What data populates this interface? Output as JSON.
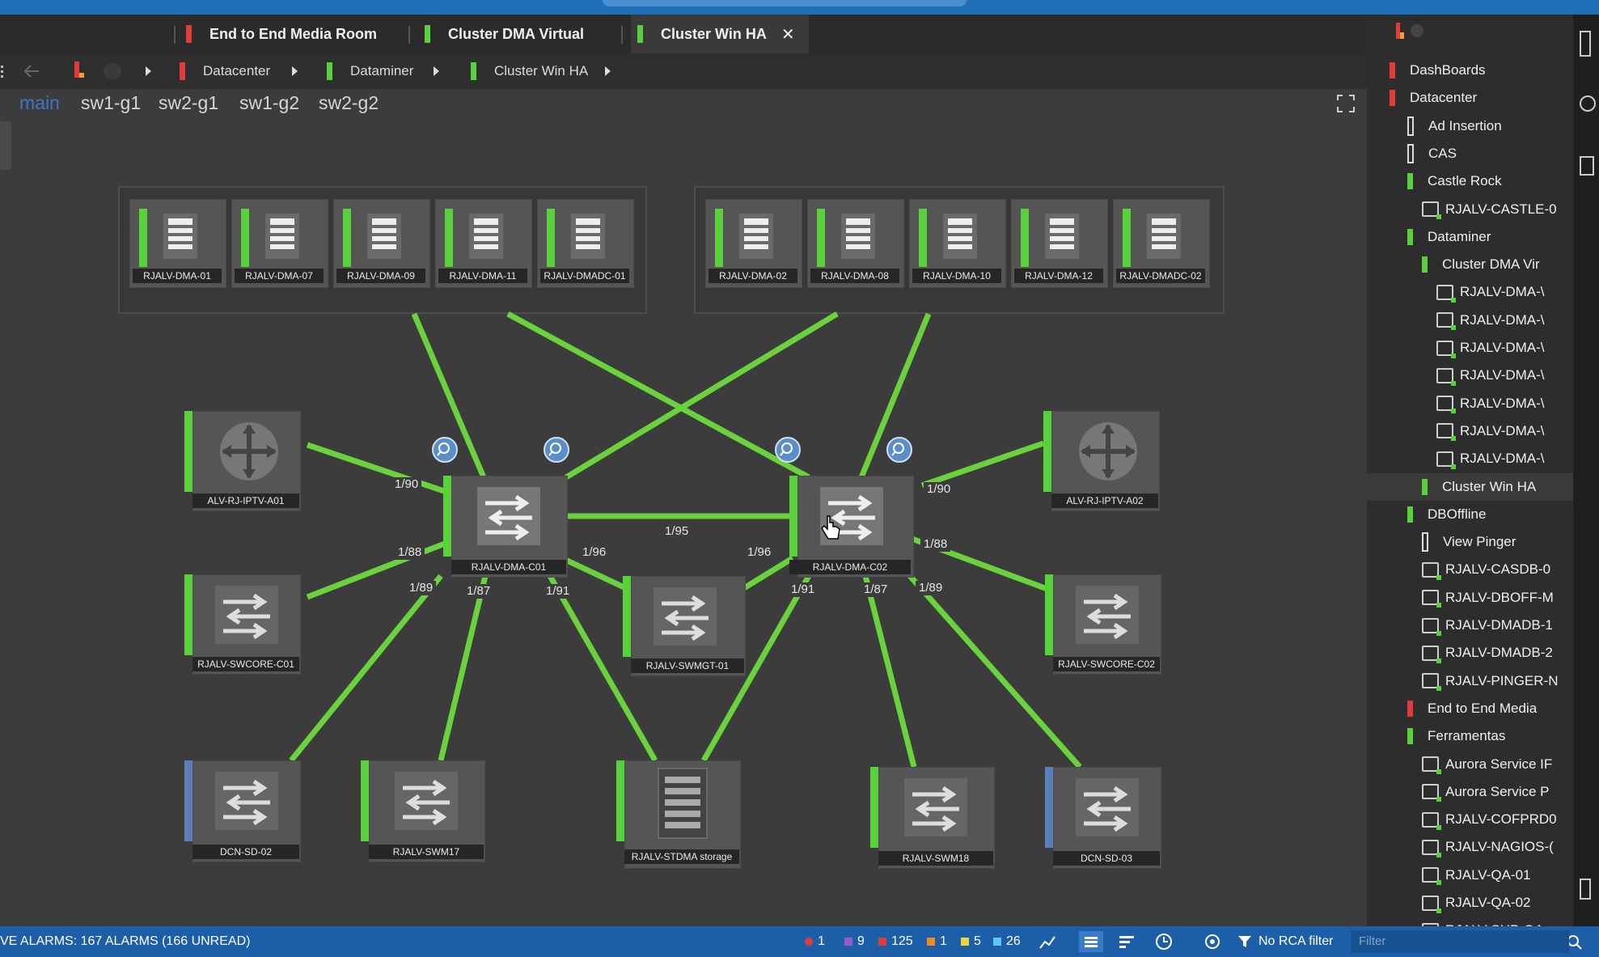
{
  "tabs": [
    {
      "label": "End to End Media Room",
      "color": "#e23b3b",
      "active": false
    },
    {
      "label": "Cluster DMA Virtual",
      "color": "#59d13a",
      "active": false
    },
    {
      "label": "Cluster Win HA",
      "color": "#59d13a",
      "active": true
    }
  ],
  "tab_close": "✕",
  "breadcrumb": [
    {
      "label": "Datacenter",
      "color": "#e23b3b"
    },
    {
      "label": "Dataminer",
      "color": "#59d13a"
    },
    {
      "label": "Cluster Win HA",
      "color": "#59d13a"
    }
  ],
  "view_tabs": [
    "main",
    "sw1-g1",
    "sw2-g1",
    "sw1-g2",
    "sw2-g2"
  ],
  "nodes": {
    "dma01": "RJALV-DMA-01",
    "dma07": "RJALV-DMA-07",
    "dma09": "RJALV-DMA-09",
    "dma11": "RJALV-DMA-11",
    "dmadc01": "RJALV-DMADC-01",
    "dma02": "RJALV-DMA-02",
    "dma08": "RJALV-DMA-08",
    "dma10": "RJALV-DMA-10",
    "dma12": "RJALV-DMA-12",
    "dmadc02": "RJALV-DMADC-02",
    "iptv01": "ALV-RJ-IPTV-A01",
    "iptv02": "ALV-RJ-IPTV-A02",
    "c01": "RJALV-DMA-C01",
    "c02": "RJALV-DMA-C02",
    "swcore01": "RJALV-SWCORE-C01",
    "swcore02": "RJALV-SWCORE-C02",
    "swmgt": "RJALV-SWMGT-01",
    "dcn02": "DCN-SD-02",
    "swm17": "RJALV-SWM17",
    "stdma": "RJALV-STDMA storage",
    "swm18": "RJALV-SWM18",
    "dcn03": "DCN-SD-03"
  },
  "ports": {
    "p1": "1/90",
    "p2": "1/88",
    "p3": "1/89",
    "p4": "1/87",
    "p5": "1/91",
    "p6": "1/96",
    "p7": "1/95",
    "p8": "1/96",
    "p9": "1/91",
    "p10": "1/87",
    "p11": "1/89",
    "p12": "1/90",
    "p13": "1/88"
  },
  "tree": [
    {
      "label": "DashBoards",
      "indent": 0,
      "kind": "bar",
      "color": "#e23b3b"
    },
    {
      "label": "Datacenter",
      "indent": 0,
      "kind": "bar",
      "color": "#e23b3b"
    },
    {
      "label": "Ad Insertion",
      "indent": 1,
      "kind": "bar",
      "color": "#dddddd"
    },
    {
      "label": "CAS",
      "indent": 1,
      "kind": "bar",
      "color": "#dddddd"
    },
    {
      "label": "Castle Rock",
      "indent": 1,
      "kind": "bar",
      "color": "#59d13a"
    },
    {
      "label": "RJALV-CASTLE-0",
      "indent": 2,
      "kind": "elem"
    },
    {
      "label": "Dataminer",
      "indent": 1,
      "kind": "bar",
      "color": "#59d13a"
    },
    {
      "label": "Cluster DMA Vir",
      "indent": 2,
      "kind": "bar",
      "color": "#59d13a"
    },
    {
      "label": "RJALV-DMA-\\",
      "indent": 3,
      "kind": "elem"
    },
    {
      "label": "RJALV-DMA-\\",
      "indent": 3,
      "kind": "elem"
    },
    {
      "label": "RJALV-DMA-\\",
      "indent": 3,
      "kind": "elem"
    },
    {
      "label": "RJALV-DMA-\\",
      "indent": 3,
      "kind": "elem"
    },
    {
      "label": "RJALV-DMA-\\",
      "indent": 3,
      "kind": "elem"
    },
    {
      "label": "RJALV-DMA-\\",
      "indent": 3,
      "kind": "elem"
    },
    {
      "label": "RJALV-DMA-\\",
      "indent": 3,
      "kind": "elem"
    },
    {
      "label": "Cluster Win HA",
      "indent": 2,
      "kind": "bar",
      "color": "#59d13a",
      "selected": true
    },
    {
      "label": "DBOffline",
      "indent": 1,
      "kind": "bar",
      "color": "#59d13a"
    },
    {
      "label": "View Pinger",
      "indent": 2,
      "kind": "bar",
      "color": "#dddddd"
    },
    {
      "label": "RJALV-CASDB-0",
      "indent": 2,
      "kind": "elem"
    },
    {
      "label": "RJALV-DBOFF-M",
      "indent": 2,
      "kind": "elem"
    },
    {
      "label": "RJALV-DMADB-1",
      "indent": 2,
      "kind": "elem"
    },
    {
      "label": "RJALV-DMADB-2",
      "indent": 2,
      "kind": "elem"
    },
    {
      "label": "RJALV-PINGER-N",
      "indent": 2,
      "kind": "elem"
    },
    {
      "label": "End to End Media",
      "indent": 1,
      "kind": "bar",
      "color": "#e23b3b"
    },
    {
      "label": "Ferramentas",
      "indent": 1,
      "kind": "bar",
      "color": "#59d13a"
    },
    {
      "label": "Aurora Service IF",
      "indent": 2,
      "kind": "elem"
    },
    {
      "label": "Aurora Service P",
      "indent": 2,
      "kind": "elem"
    },
    {
      "label": "RJALV-COFPRD0",
      "indent": 2,
      "kind": "elem"
    },
    {
      "label": "RJALV-NAGIOS-(",
      "indent": 2,
      "kind": "elem"
    },
    {
      "label": "RJALV-QA-01",
      "indent": 2,
      "kind": "elem"
    },
    {
      "label": "RJALV-QA-02",
      "indent": 2,
      "kind": "elem"
    },
    {
      "label": "RJALV-SUP-QA",
      "indent": 2,
      "kind": "elem"
    }
  ],
  "status": {
    "alarms_text": "VE ALARMS: 167 ALARMS (166 UNREAD)",
    "counts": [
      {
        "value": "1",
        "color": "#e23b3b"
      },
      {
        "value": "9",
        "color": "#9b59d0"
      },
      {
        "value": "125",
        "color": "#e23b3b"
      },
      {
        "value": "1",
        "color": "#f08c1e"
      },
      {
        "value": "5",
        "color": "#f2d43a"
      },
      {
        "value": "26",
        "color": "#5ec8f0"
      }
    ],
    "rca_filter": "No RCA filter",
    "filter_placeholder": "Filter"
  },
  "colors": {
    "ok": "#59d13a",
    "critical": "#e23b3b",
    "neutral": "#5b7fb8",
    "link": "#69d23c"
  }
}
